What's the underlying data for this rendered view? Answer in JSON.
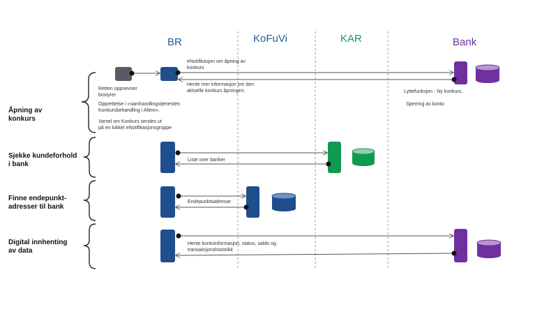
{
  "columns": [
    {
      "label": "BR",
      "color": "#1f5c99"
    },
    {
      "label": "KoFuVi",
      "color": "#1f5c99"
    },
    {
      "label": "KAR",
      "color": "#1f9a52"
    },
    {
      "label": "Bank",
      "color": "#7030a0"
    }
  ],
  "colors": {
    "br": "#1f4e8c",
    "kofuvi": "#1f4e8c",
    "kar": "#0f9a4f",
    "bank": "#7030a0",
    "court": "#5a5a66",
    "arrow": "#555555"
  },
  "lanes": [
    {
      "label": "Åpning av\nkonkurs",
      "notes": [
        "Retten oppnevner\nbostyrer",
        "Opprettelse  i «samhandlingstjenesten\nKonkursbehandling  i Altinn».",
        "Varsel om Konkurs sendes ut\npå en lukket eNotifikasjonsgruppe"
      ],
      "messages": [
        "eNotifikasjon  om åpning av\nkonkurs",
        "Hente mer informasjon om den\naktuelle konkurs åpningen."
      ],
      "bank_notes": [
        "Lyttefunksjon  - Ny konkurs,",
        "Sperring av konto"
      ]
    },
    {
      "label": "Sjekke kundeforhold\ni bank",
      "messages": [
        "Liste over banker"
      ]
    },
    {
      "label": "Finne endepunkt-\nadresser til bank",
      "messages": [
        "Endepunktsadresse"
      ]
    },
    {
      "label": "Digital innhenting\nav data",
      "messages": [
        "Hente kontoinformasjon, status, saldo og\ntransaksjonshistorikk"
      ]
    }
  ]
}
